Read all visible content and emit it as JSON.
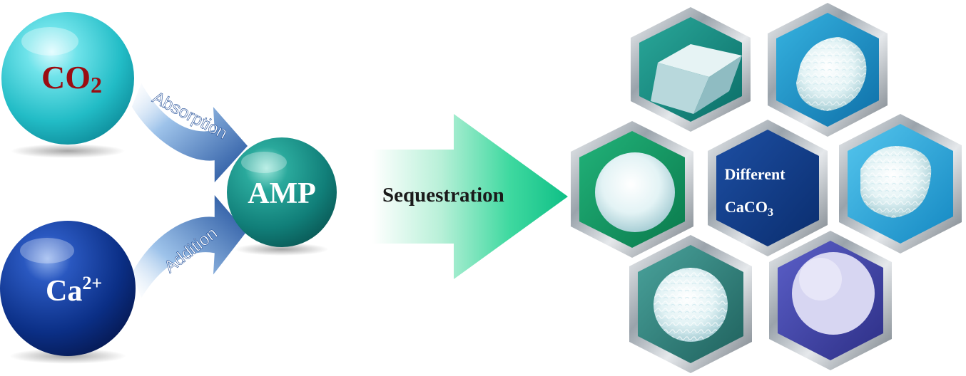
{
  "inputs": {
    "co2": {
      "label": "CO",
      "subscript": "2",
      "label_color": "#9b0d12"
    },
    "calcium": {
      "label": "Ca",
      "superscript": "2+"
    }
  },
  "arrows": {
    "absorption": "Absorption",
    "addition": "Addition",
    "sequestration": "Sequestration"
  },
  "center": {
    "label": "AMP"
  },
  "hexagons": {
    "center_line1": "Different",
    "center_line2": "CaCO",
    "center_subscript": "3"
  },
  "colors": {
    "cyan_sphere": "#2fc7cf",
    "navy_sphere": "#0b2f86",
    "teal_sphere": "#138a84",
    "arrow_blue": "#1e4d9b",
    "arrow_green": "#12c98a"
  }
}
